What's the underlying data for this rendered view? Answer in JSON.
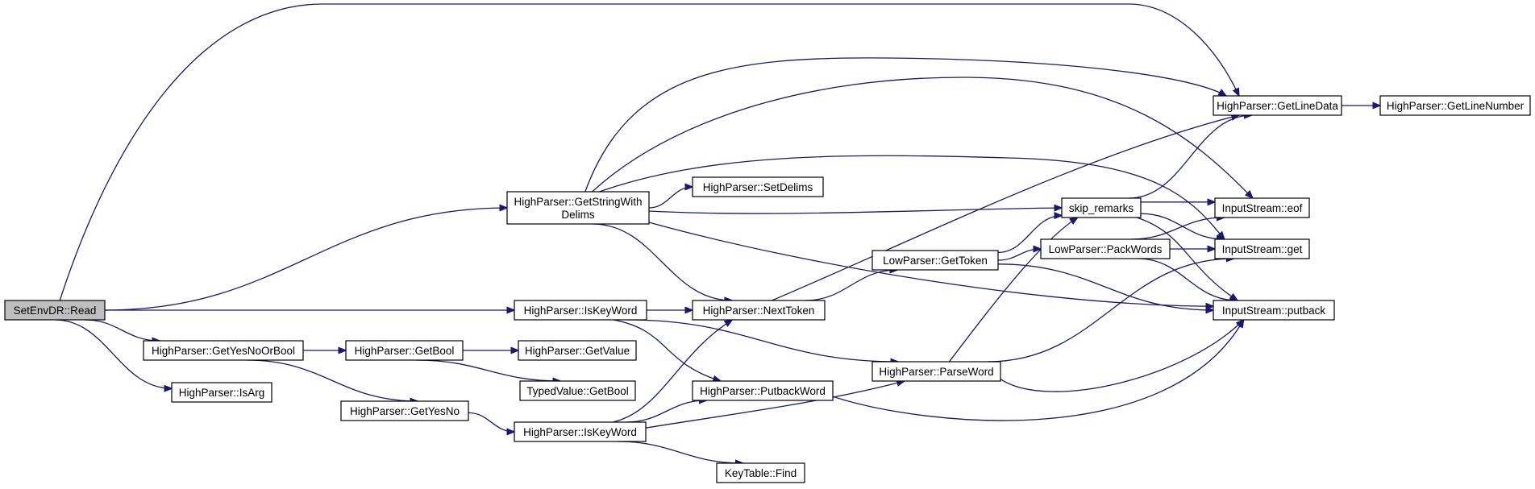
{
  "graph": {
    "nodes": [
      {
        "id": "set_env_read",
        "label": [
          "SetEnvDR::Read"
        ],
        "root": true
      },
      {
        "id": "gsw_delims",
        "label": [
          "HighParser::GetStringWith",
          "Delims"
        ]
      },
      {
        "id": "is_keyword_1",
        "label": [
          "HighParser::IsKeyWord"
        ]
      },
      {
        "id": "get_yes_no_or_bool",
        "label": [
          "HighParser::GetYesNoOrBool"
        ]
      },
      {
        "id": "is_arg",
        "label": [
          "HighParser::IsArg"
        ]
      },
      {
        "id": "get_bool",
        "label": [
          "HighParser::GetBool"
        ]
      },
      {
        "id": "get_yes_no",
        "label": [
          "HighParser::GetYesNo"
        ]
      },
      {
        "id": "get_value",
        "label": [
          "HighParser::GetValue"
        ]
      },
      {
        "id": "typed_get_bool",
        "label": [
          "TypedValue::GetBool"
        ]
      },
      {
        "id": "is_keyword_2",
        "label": [
          "HighParser::IsKeyWord"
        ]
      },
      {
        "id": "set_delims",
        "label": [
          "HighParser::SetDelims"
        ]
      },
      {
        "id": "next_token",
        "label": [
          "HighParser::NextToken"
        ]
      },
      {
        "id": "putback_word",
        "label": [
          "HighParser::PutbackWord"
        ]
      },
      {
        "id": "keytable_find",
        "label": [
          "KeyTable::Find"
        ]
      },
      {
        "id": "low_get_token",
        "label": [
          "LowParser::GetToken"
        ]
      },
      {
        "id": "parse_word",
        "label": [
          "HighParser::ParseWord"
        ]
      },
      {
        "id": "skip_remarks",
        "label": [
          "skip_remarks"
        ]
      },
      {
        "id": "pack_words",
        "label": [
          "LowParser::PackWords"
        ]
      },
      {
        "id": "get_line_data",
        "label": [
          "HighParser::GetLineData"
        ]
      },
      {
        "id": "get_line_number",
        "label": [
          "HighParser::GetLineNumber"
        ]
      },
      {
        "id": "is_eof",
        "label": [
          "InputStream::eof"
        ]
      },
      {
        "id": "is_get",
        "label": [
          "InputStream::get"
        ]
      },
      {
        "id": "is_putback",
        "label": [
          "InputStream::putback"
        ]
      }
    ],
    "edges": [
      [
        "set_env_read",
        "get_line_data"
      ],
      [
        "set_env_read",
        "gsw_delims"
      ],
      [
        "set_env_read",
        "is_keyword_1"
      ],
      [
        "set_env_read",
        "get_yes_no_or_bool"
      ],
      [
        "set_env_read",
        "is_arg"
      ],
      [
        "gsw_delims",
        "get_line_data"
      ],
      [
        "gsw_delims",
        "is_eof"
      ],
      [
        "gsw_delims",
        "is_get"
      ],
      [
        "gsw_delims",
        "set_delims"
      ],
      [
        "gsw_delims",
        "skip_remarks"
      ],
      [
        "gsw_delims",
        "next_token"
      ],
      [
        "gsw_delims",
        "is_putback"
      ],
      [
        "is_keyword_1",
        "next_token"
      ],
      [
        "is_keyword_1",
        "putback_word"
      ],
      [
        "is_keyword_1",
        "parse_word"
      ],
      [
        "get_yes_no_or_bool",
        "get_bool"
      ],
      [
        "get_yes_no_or_bool",
        "get_yes_no"
      ],
      [
        "get_bool",
        "get_value"
      ],
      [
        "get_bool",
        "typed_get_bool"
      ],
      [
        "get_yes_no",
        "is_keyword_2"
      ],
      [
        "is_keyword_2",
        "next_token"
      ],
      [
        "is_keyword_2",
        "putback_word"
      ],
      [
        "is_keyword_2",
        "parse_word"
      ],
      [
        "is_keyword_2",
        "keytable_find"
      ],
      [
        "next_token",
        "get_line_data"
      ],
      [
        "next_token",
        "low_get_token"
      ],
      [
        "putback_word",
        "is_putback"
      ],
      [
        "low_get_token",
        "skip_remarks"
      ],
      [
        "low_get_token",
        "pack_words"
      ],
      [
        "low_get_token",
        "is_putback"
      ],
      [
        "parse_word",
        "skip_remarks"
      ],
      [
        "parse_word",
        "is_get"
      ],
      [
        "parse_word",
        "is_putback"
      ],
      [
        "skip_remarks",
        "get_line_data"
      ],
      [
        "skip_remarks",
        "is_eof"
      ],
      [
        "skip_remarks",
        "is_get"
      ],
      [
        "skip_remarks",
        "is_putback"
      ],
      [
        "pack_words",
        "is_eof"
      ],
      [
        "pack_words",
        "is_get"
      ],
      [
        "pack_words",
        "is_putback"
      ],
      [
        "get_line_data",
        "get_line_number"
      ]
    ]
  },
  "colors": {
    "edge": "#191970",
    "node_border": "#000000",
    "node_fill": "#ffffff",
    "root_fill": "#bfbfbf"
  }
}
